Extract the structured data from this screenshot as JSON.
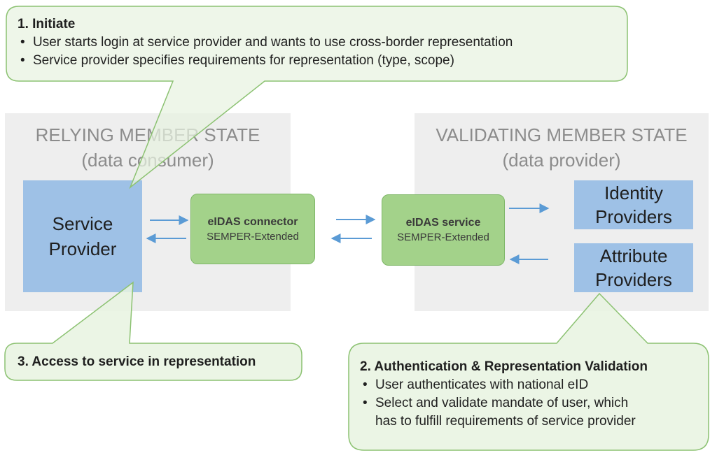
{
  "callouts": {
    "initiate": {
      "title": "1. Initiate",
      "bullets": [
        "User starts login at service provider and wants to use cross-border representation",
        "Service provider specifies requirements for representation (type, scope)"
      ]
    },
    "access": {
      "title": "3. Access to service in representation"
    },
    "auth": {
      "title": "2. Authentication & Representation Validation",
      "bullets": [
        "User authenticates with national eID",
        "Select and validate mandate of user, which",
        "has to fulfill requirements of service provider"
      ]
    }
  },
  "regions": {
    "relying": {
      "line1": "RELYING MEMBER STATE",
      "line2": "(data consumer)"
    },
    "validating": {
      "line1": "VALIDATING MEMBER STATE",
      "line2": "(data provider)"
    }
  },
  "nodes": {
    "service_provider": {
      "line1": "Service",
      "line2": "Provider"
    },
    "connector": {
      "title": "eIDAS connector",
      "subtitle": "SEMPER-Extended"
    },
    "service": {
      "title": "eIDAS service",
      "subtitle": "SEMPER-Extended"
    },
    "identity_providers": {
      "line1": "Identity",
      "line2": "Providers"
    },
    "attribute_providers": {
      "line1": "Attribute",
      "line2": "Providers"
    }
  },
  "colors": {
    "callout_fill": "#e8f3e0",
    "callout_border": "#8cc272",
    "region": "#eeeeee",
    "blue_box": "#9ec1e6",
    "green_box": "#a3d28a",
    "arrow": "#5b9bd5"
  }
}
